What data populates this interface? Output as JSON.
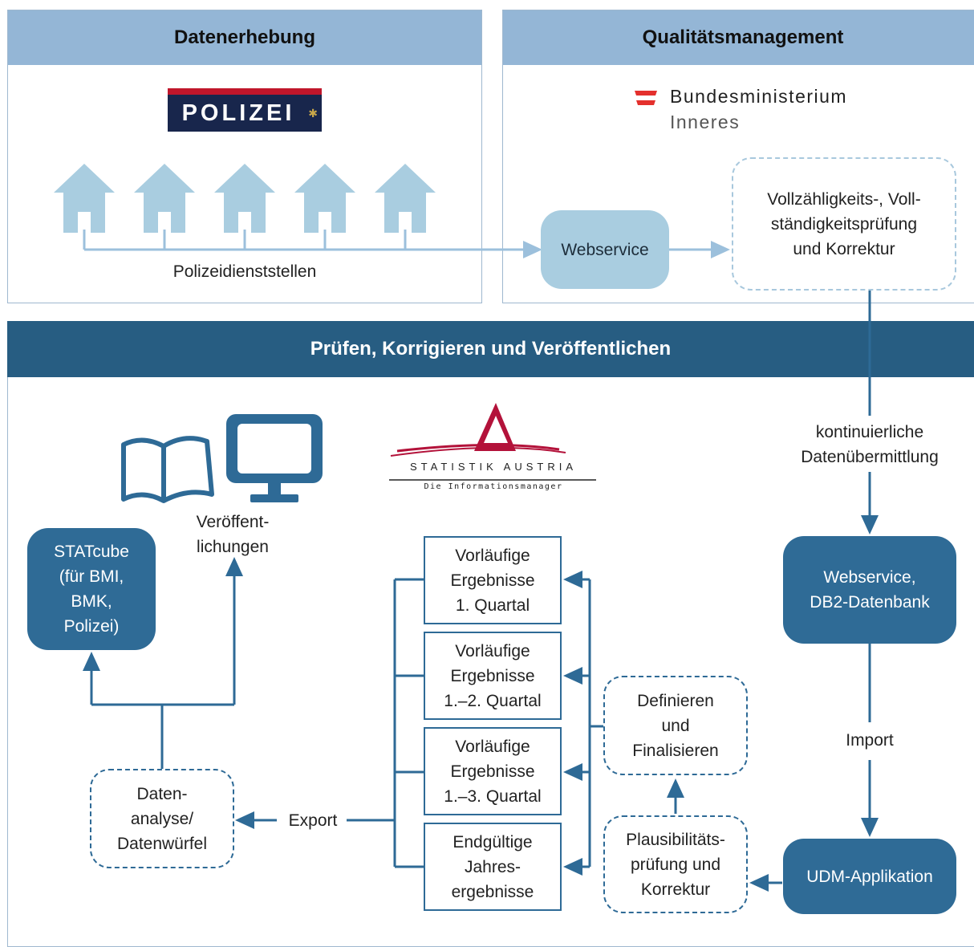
{
  "panels": {
    "left_title": "Datenerhebung",
    "right_title": "Qualitätsmanagement",
    "band_title": "Prüfen, Korrigieren und Veröffentlichen"
  },
  "logos": {
    "polizei": "POLIZEI",
    "bmi_line1": "Bundesministerium",
    "bmi_line2": "Inneres",
    "statistik_name": "STATISTIK AUSTRIA",
    "statistik_tagline": "Die Informationsmanager"
  },
  "labels": {
    "police_stations": "Polizeidienststellen",
    "webservice_top": "Webservice",
    "completeness_check": "Vollzähligkeits-, Voll-\nständigkeitsprüfung\nund Korrektur",
    "continuous_transfer": "kontinuierliche\nDatenübermittlung",
    "webservice_db2": "Webservice,\nDB2-Datenbank",
    "import": "Import",
    "udm_app": "UDM-Applikation",
    "plausibility": "Plausibilitäts-\nprüfung und\nKorrektur",
    "define_finalize": "Definieren\nund\nFinalisieren",
    "result_q1": "Vorläufige\nErgebnisse\n1. Quartal",
    "result_q2": "Vorläufige\nErgebnisse\n1.–2. Quartal",
    "result_q3": "Vorläufige\nErgebnisse\n1.–3. Quartal",
    "result_final": "Endgültige\nJahres-\nergebnisse",
    "export": "Export",
    "data_analysis": "Daten-\nanalyse/\nDatenwürfel",
    "statcube": "STATcube\n(für BMI,\nBMK,\nPolizei)",
    "publications": "Veröffent-\nlichungen"
  },
  "colors": {
    "panel_header": "#94b6d6",
    "band": "#275d82",
    "dark_box": "#2f6b96",
    "light_box": "#a9cde0",
    "arrow_dark": "#2e6a96",
    "arrow_light": "#9cc0dc",
    "house": "#a9cde0"
  },
  "icons": [
    "house-icon",
    "book-icon",
    "monitor-icon",
    "polizei-logo",
    "austria-flag-icon",
    "statistik-austria-logo"
  ]
}
